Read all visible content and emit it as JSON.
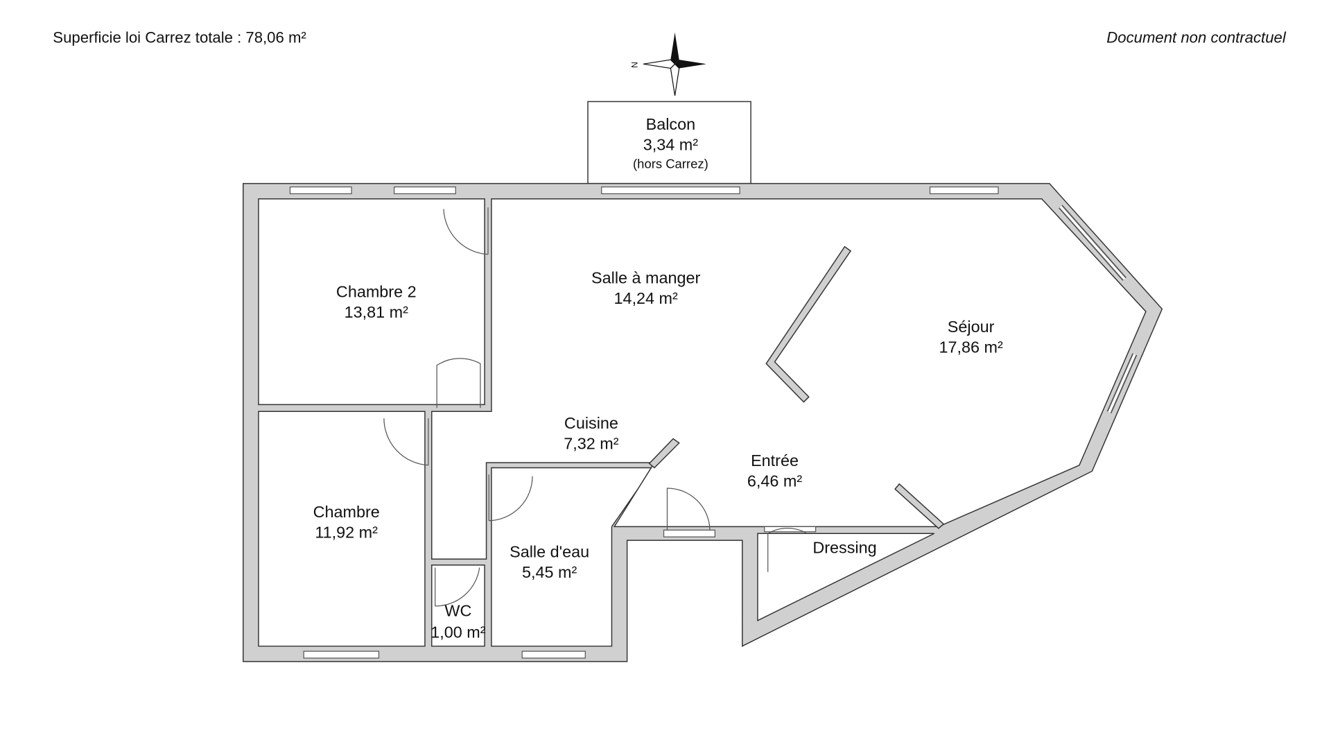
{
  "header": {
    "total_area": "Superficie loi Carrez totale :  78,06 m²",
    "disclaimer": "Document non contractuel"
  },
  "compass": {
    "north_label": "N"
  },
  "rooms": {
    "balcon": {
      "name": "Balcon",
      "area": "3,34 m²",
      "note": "(hors Carrez)"
    },
    "chambre2": {
      "name": "Chambre 2",
      "area": "13,81 m²"
    },
    "salle_manger": {
      "name": "Salle à manger",
      "area": "14,24 m²"
    },
    "sejour": {
      "name": "Séjour",
      "area": "17,86 m²"
    },
    "cuisine": {
      "name": "Cuisine",
      "area": "7,32 m²"
    },
    "entree": {
      "name": "Entrée",
      "area": "6,46 m²"
    },
    "chambre": {
      "name": "Chambre",
      "area": "11,92 m²"
    },
    "salle_eau": {
      "name": "Salle d'eau",
      "area": "5,45 m²"
    },
    "wc": {
      "name": "WC",
      "area": "1,00 m²"
    },
    "dressing": {
      "name": "Dressing"
    }
  }
}
